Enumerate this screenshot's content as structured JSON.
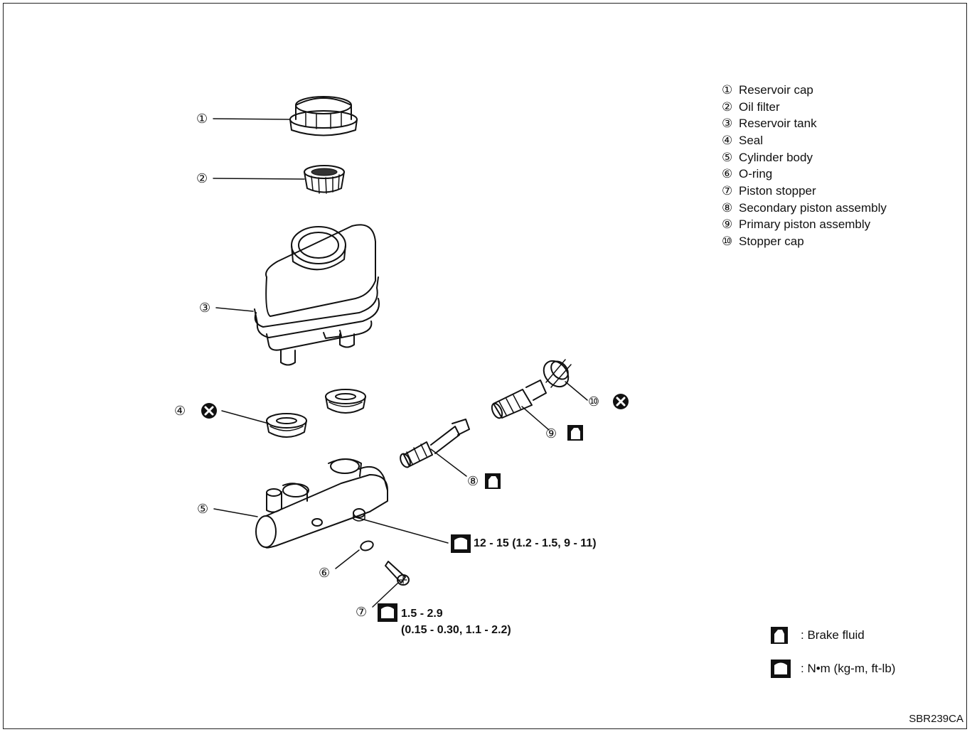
{
  "legend": [
    {
      "num": "①",
      "label": "Reservoir cap"
    },
    {
      "num": "②",
      "label": "Oil filter"
    },
    {
      "num": "③",
      "label": "Reservoir tank"
    },
    {
      "num": "④",
      "label": "Seal"
    },
    {
      "num": "⑤",
      "label": "Cylinder body"
    },
    {
      "num": "⑥",
      "label": "O-ring"
    },
    {
      "num": "⑦",
      "label": "Piston stopper"
    },
    {
      "num": "⑧",
      "label": "Secondary piston assembly"
    },
    {
      "num": "⑨",
      "label": "Primary piston assembly"
    },
    {
      "num": "⑩",
      "label": "Stopper cap"
    }
  ],
  "callouts": {
    "c1": "①",
    "c2": "②",
    "c3": "③",
    "c4": "④",
    "c5": "⑤",
    "c6": "⑥",
    "c7": "⑦",
    "c8": "⑧",
    "c9": "⑨",
    "c10": "⑩"
  },
  "torques": {
    "body_bolt": "12 - 15 (1.2 - 1.5, 9 - 11)",
    "stopper_line1": "1.5 - 2.9",
    "stopper_line2": "(0.15 - 0.30, 1.1 - 2.2)"
  },
  "key": {
    "brake_fluid": ": Brake fluid",
    "torque_units": ": N•m (kg-m, ft-lb)"
  },
  "figure_code": "SBR239CA",
  "symbols": {
    "replace": "x-circle-icon",
    "brake_fluid": "brake-fluid-can-icon",
    "torque": "torque-wrench-icon"
  }
}
